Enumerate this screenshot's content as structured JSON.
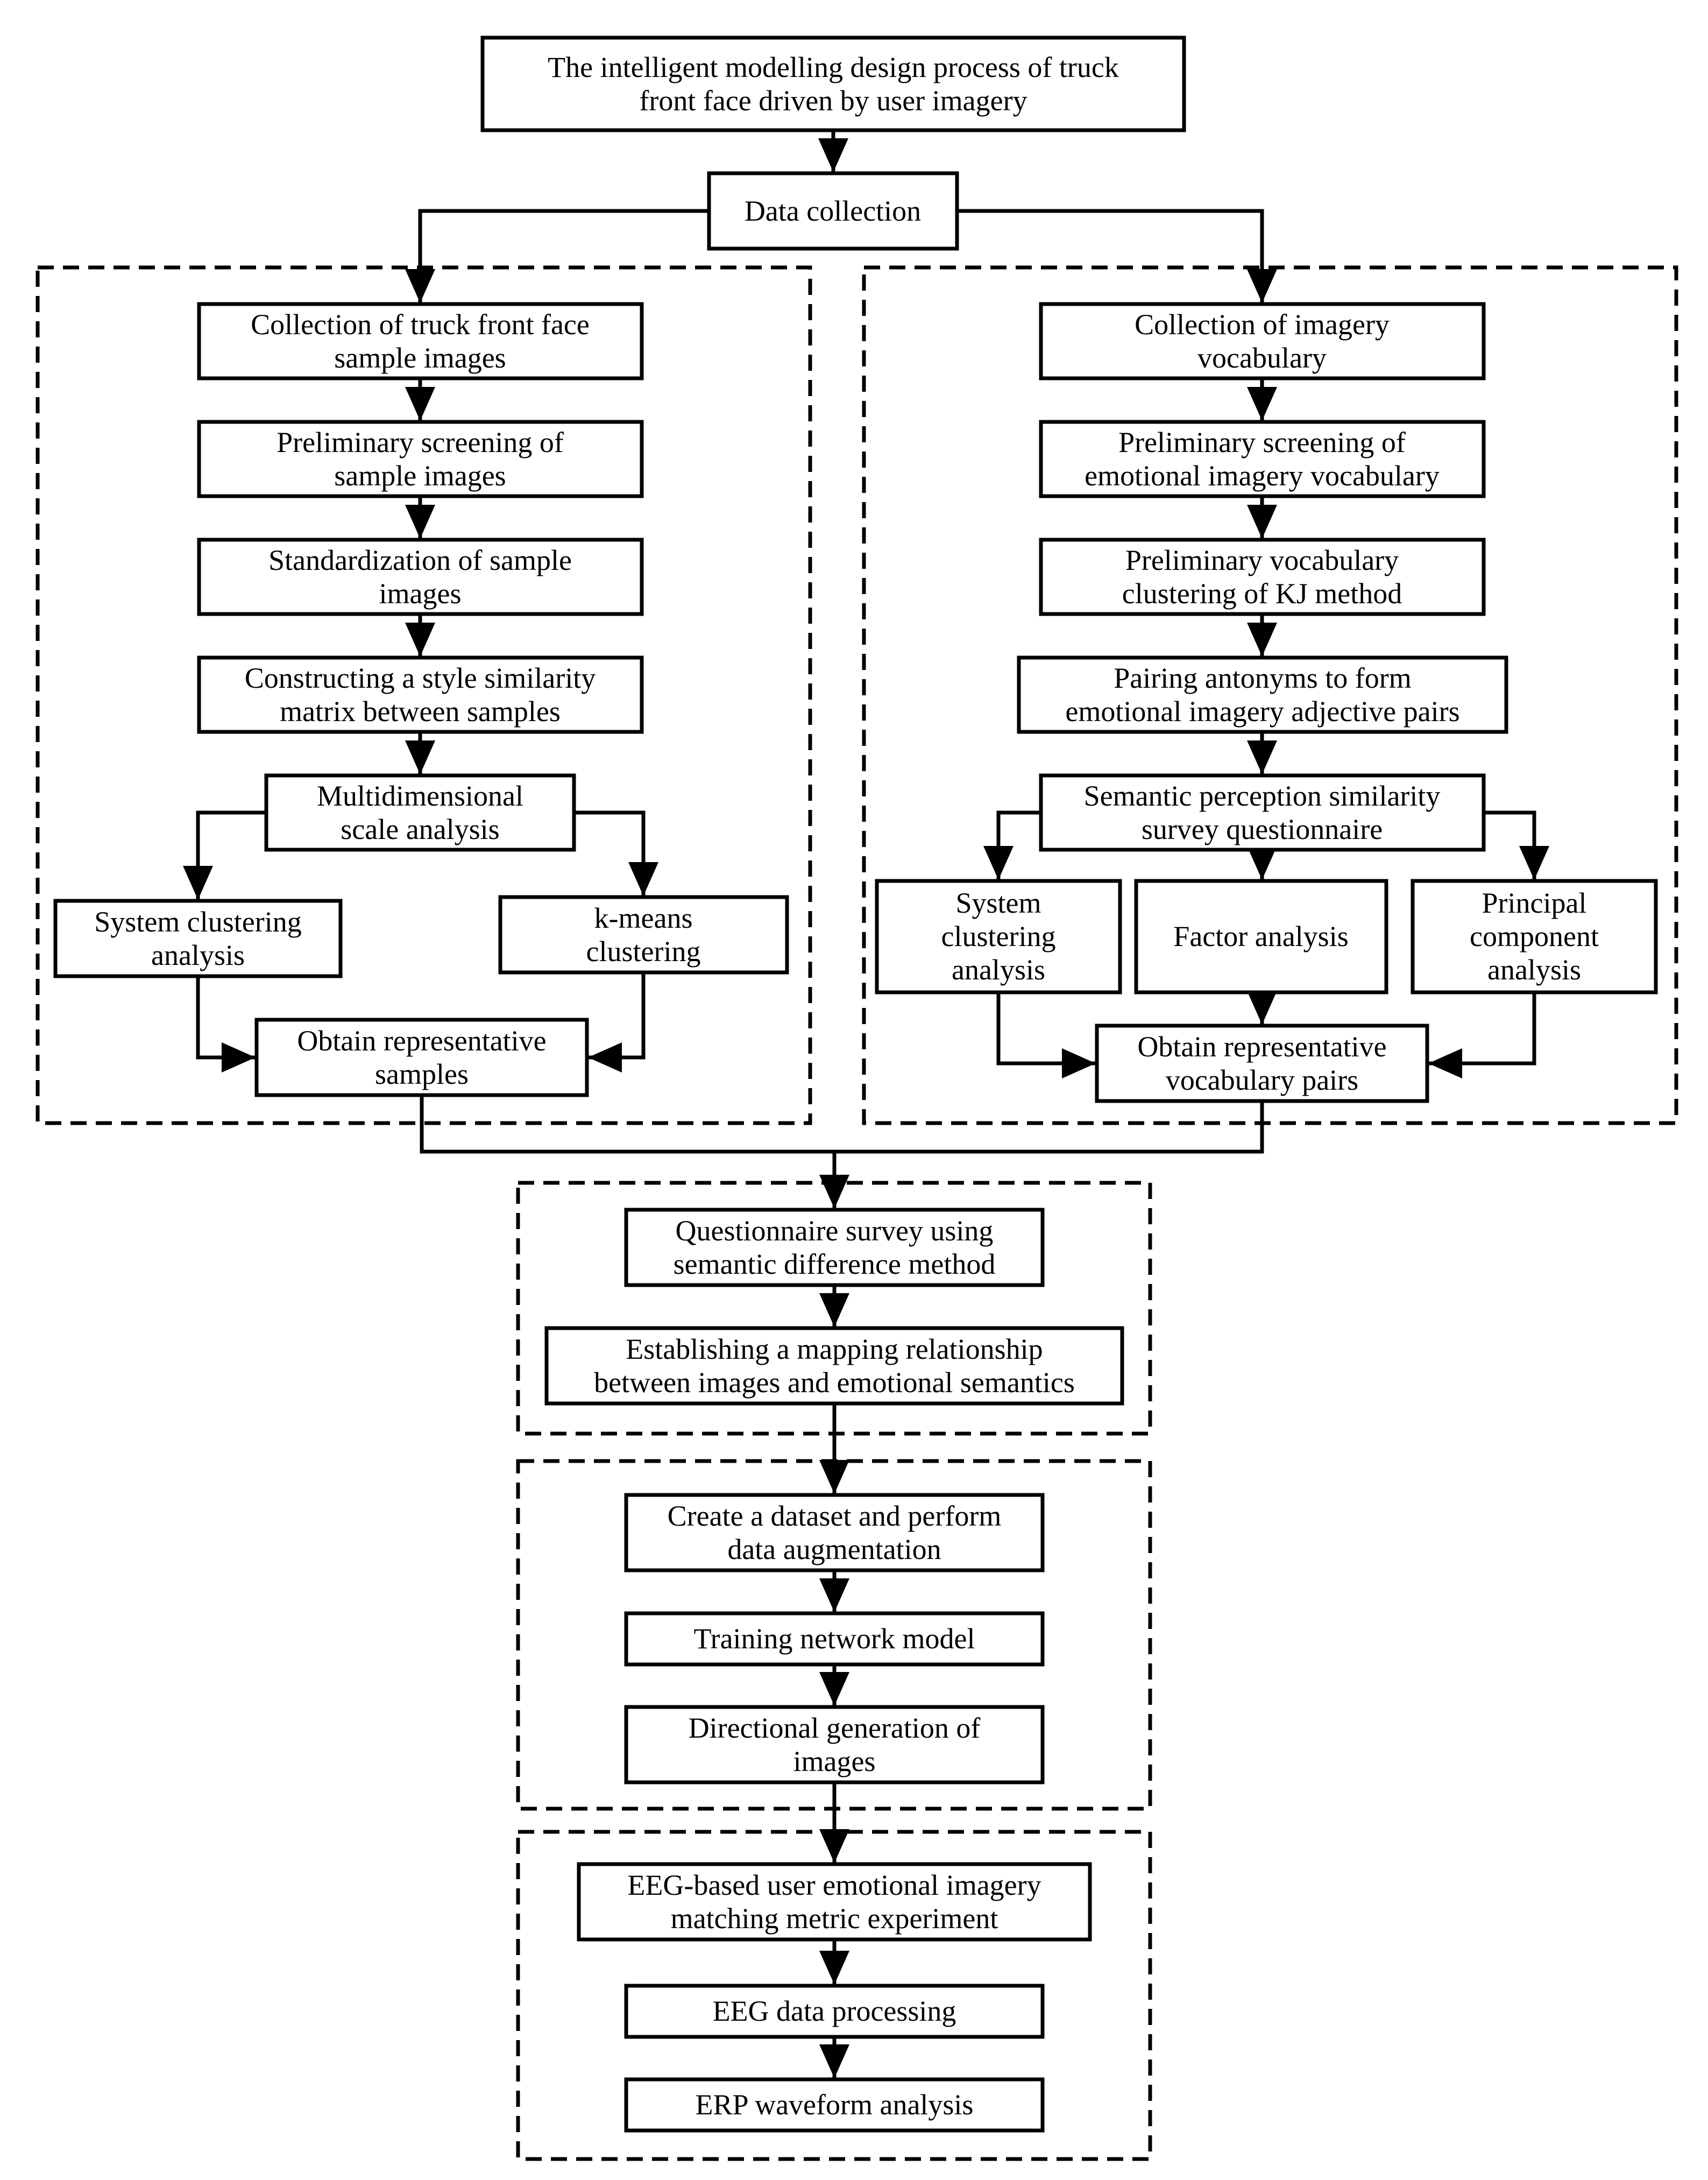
{
  "nodes": {
    "title": [
      "The intelligent modelling design process of truck",
      "front face driven by user imagery"
    ],
    "data_collection": [
      "Data collection"
    ],
    "l_collect": [
      "Collection of truck front face",
      "sample images"
    ],
    "l_screen": [
      "Preliminary screening of",
      "sample images"
    ],
    "l_standard": [
      "Standardization of sample",
      "images"
    ],
    "l_matrix": [
      "Constructing a style similarity",
      "matrix between samples"
    ],
    "l_mds": [
      "Multidimensional",
      "scale analysis"
    ],
    "l_syscluster": [
      "System clustering",
      "analysis"
    ],
    "l_kmeans": [
      "k-means",
      "clustering"
    ],
    "l_obtain": [
      "Obtain representative",
      "samples"
    ],
    "r_collect": [
      "Collection of imagery",
      "vocabulary"
    ],
    "r_screen": [
      "Preliminary screening of",
      "emotional imagery vocabulary"
    ],
    "r_kj": [
      "Preliminary vocabulary",
      "clustering of KJ method"
    ],
    "r_pair": [
      "Pairing antonyms to form",
      "emotional imagery adjective pairs"
    ],
    "r_survey": [
      "Semantic perception similarity",
      "survey questionnaire"
    ],
    "r_syscluster": [
      "System",
      "clustering",
      "analysis"
    ],
    "r_factor": [
      "Factor analysis"
    ],
    "r_pca": [
      "Principal",
      "component",
      "analysis"
    ],
    "r_obtain": [
      "Obtain representative",
      "vocabulary pairs"
    ],
    "q_survey": [
      "Questionnaire survey using",
      "semantic difference method"
    ],
    "q_mapping": [
      "Establishing a mapping relationship",
      "between images and emotional semantics"
    ],
    "g_dataset": [
      "Create a dataset and perform",
      "data augmentation"
    ],
    "g_train": [
      "Training network model"
    ],
    "g_generate": [
      "Directional generation of",
      "images"
    ],
    "e_experiment": [
      "EEG-based user emotional imagery",
      "matching metric experiment"
    ],
    "e_processing": [
      "EEG data processing"
    ],
    "e_erp": [
      "ERP waveform analysis"
    ]
  }
}
